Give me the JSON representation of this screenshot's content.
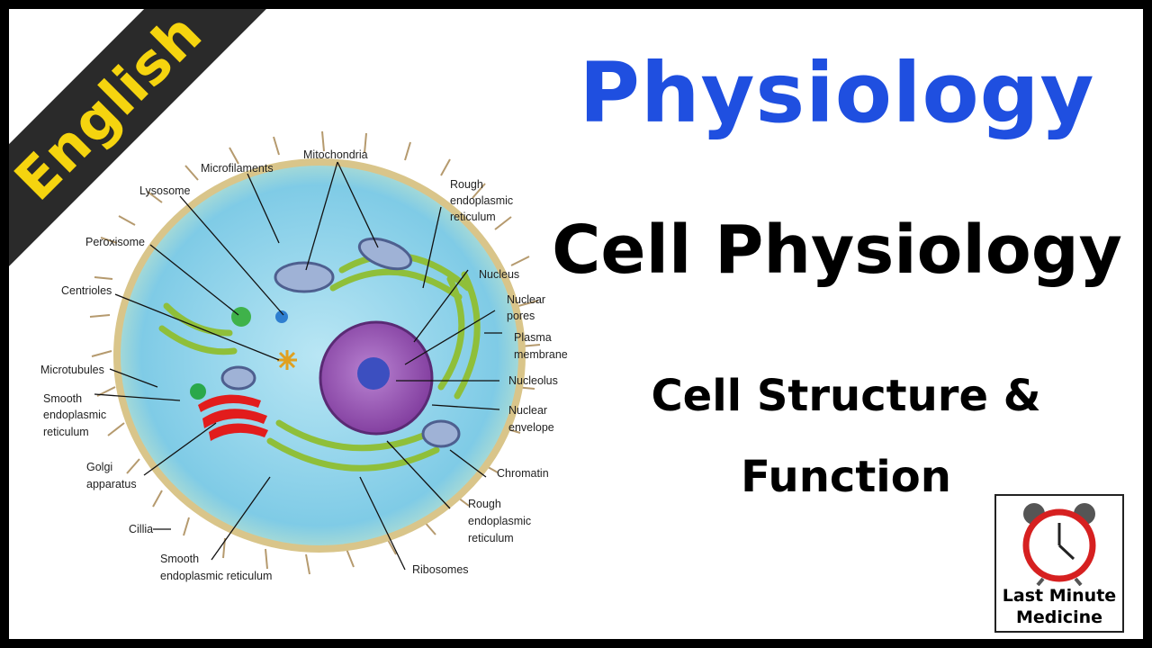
{
  "ribbon": {
    "text": "English"
  },
  "titles": {
    "main": "Physiology",
    "sub": "Cell Physiology",
    "desc_line1": "Cell Structure &",
    "desc_line2": "Function"
  },
  "logo": {
    "line1": "Last Minute",
    "line2": "Medicine",
    "icon": "alarm-clock-icon"
  },
  "diagram_labels": {
    "microfilaments": "Microfilaments",
    "mitochondria": "Mitochondria",
    "lysosome": "Lysosome",
    "rough_er_top_1": "Rough",
    "rough_er_top_2": "endoplasmic",
    "rough_er_top_3": "reticulum",
    "peroxisome": "Peroxisome",
    "nucleus": "Nucleus",
    "centrioles": "Centrioles",
    "nuclear_pores_1": "Nuclear",
    "nuclear_pores_2": "pores",
    "plasma_membrane_1": "Plasma",
    "plasma_membrane_2": "membrane",
    "microtubules": "Microtubules",
    "nucleolus": "Nucleolus",
    "smooth_er_left_1": "Smooth",
    "smooth_er_left_2": "endoplasmic",
    "smooth_er_left_3": "reticulum",
    "nuclear_envelope_1": "Nuclear",
    "nuclear_envelope_2": "envelope",
    "golgi_1": "Golgi",
    "golgi_2": "apparatus",
    "chromatin": "Chromatin",
    "rough_er_bottom_1": "Rough",
    "rough_er_bottom_2": "endoplasmic",
    "rough_er_bottom_3": "reticulum",
    "cillia": "Cillia",
    "smooth_er_bottom_1": "Smooth",
    "smooth_er_bottom_2": "endoplasmic reticulum",
    "ribosomes": "Ribosomes"
  },
  "colors": {
    "title_blue": "#1f4fe0",
    "ribbon_yellow": "#f5d40f",
    "ribbon_dark": "#2a2a2a",
    "cytoplasm": "#8fd3ea",
    "nucleus": "#9b4fb5",
    "golgi": "#e21c1c",
    "er": "#8fbf3a"
  }
}
